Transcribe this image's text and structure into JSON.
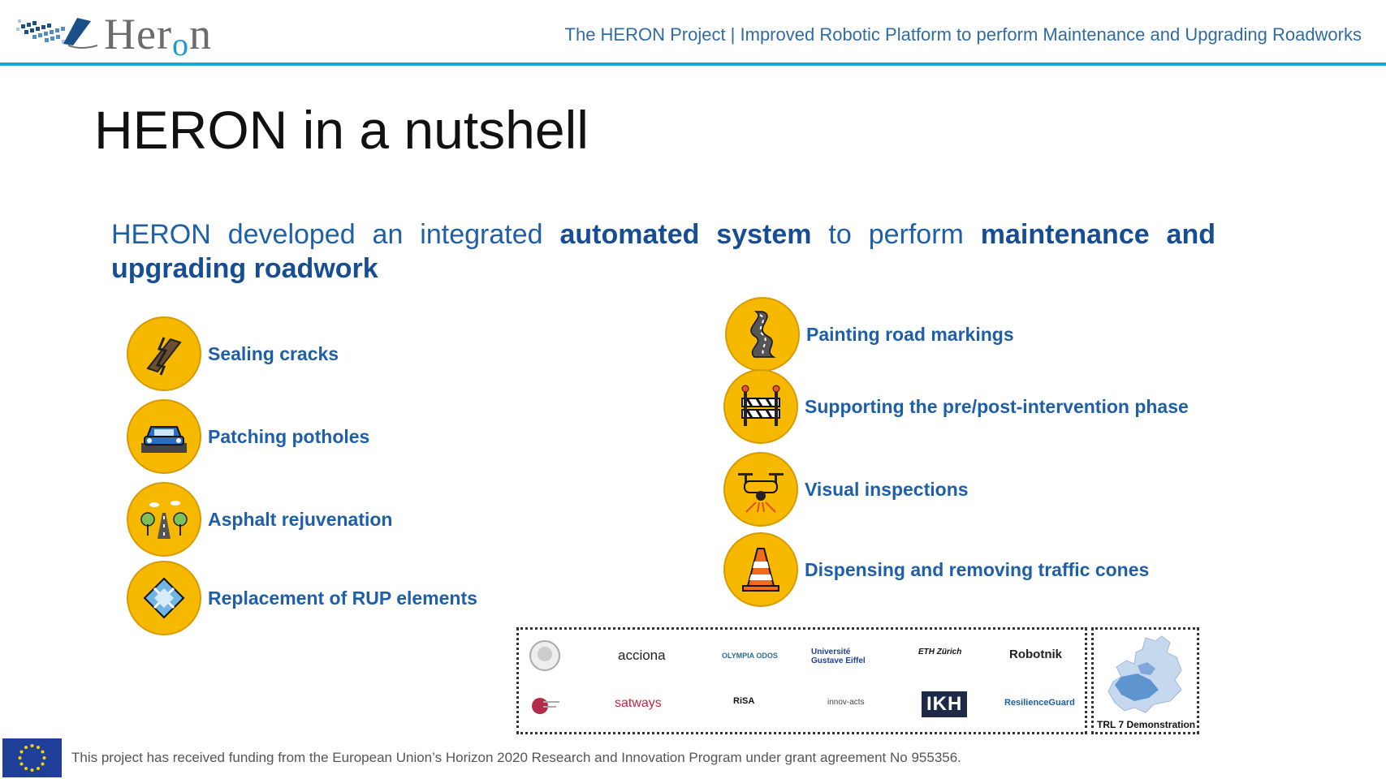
{
  "header": {
    "logo_text_a": "Her",
    "logo_text_o": "o",
    "logo_text_n": "n",
    "title": "The HERON Project | Improved Robotic Platform to perform Maintenance and Upgrading Roadworks"
  },
  "slide": {
    "title": "HERON in a nutshell",
    "intro_part1": "HERON developed an integrated ",
    "intro_bold1": "automated system",
    "intro_part2": " to perform ",
    "intro_bold2": "maintenance and upgrading roadwork"
  },
  "items_left": [
    {
      "label": "Sealing cracks",
      "icon": "crack-icon"
    },
    {
      "label": "Patching potholes",
      "icon": "pothole-car-icon"
    },
    {
      "label": "Asphalt rejuvenation",
      "icon": "road-trees-icon"
    },
    {
      "label": "Replacement of RUP elements",
      "icon": "tiles-icon"
    }
  ],
  "items_right": [
    {
      "label": "Painting road markings",
      "icon": "winding-road-icon"
    },
    {
      "label": "Supporting the pre/post-intervention phase",
      "icon": "barrier-icon"
    },
    {
      "label": "Visual inspections",
      "icon": "drone-icon"
    },
    {
      "label": "Dispensing and removing traffic cones",
      "icon": "traffic-cone-icon"
    }
  ],
  "partners": {
    "row1": [
      "acciona",
      "OLYMPIA ODOS",
      "Université Gustave Eiffel",
      "ETH Zürich",
      "Robotnik"
    ],
    "row2": [
      "satways",
      "RiSA",
      "innov-acts",
      "IKH",
      "ResilienceGuard"
    ]
  },
  "trl_label": "TRL 7 Demonstration",
  "footer": {
    "text": "This project has received funding from the European Union’s Horizon 2020 Research and Innovation Program under grant agreement No 955356."
  },
  "colors": {
    "accent": "#1aa6e0",
    "text_blue": "#1f5fa8",
    "icon_yellow": "#f7b800",
    "eu_blue": "#1f3f99"
  }
}
